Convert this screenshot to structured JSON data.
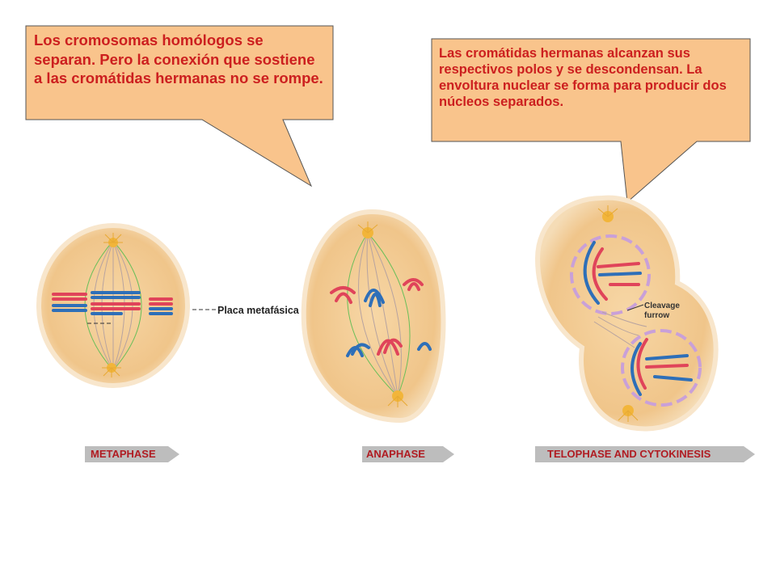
{
  "callouts": [
    {
      "text": "Los cromosomas homólogos se separan. Pero la conexión que sostiene a las cromátidas hermanas no se rompe."
    },
    {
      "text": "Las cromátidas hermanas alcanzan sus respectivos polos y se descondensan. La envoltura nuclear se forma para producir dos núcleos separados."
    }
  ],
  "labels": {
    "metaphase_plate": "Placa metafásica",
    "cleavage_furrow_line1": "Cleavage",
    "cleavage_furrow_line2": "furrow"
  },
  "phases": {
    "metaphase": "METAPHASE",
    "anaphase": "ANAPHASE",
    "telophase": "TELOPHASE AND CYTOKINESIS"
  },
  "colors": {
    "callout_fill": "#f9c48c",
    "callout_text": "#cc1f1f",
    "cell_fill": "#f2cc93",
    "cell_border": "#f7e2c3",
    "chromosome_red": "#e0445a",
    "chromosome_blue": "#2e6fb8",
    "spindle_green": "#6bbf5a",
    "phase_arrow": "#bdbdbd",
    "phase_text": "#b01c22"
  }
}
